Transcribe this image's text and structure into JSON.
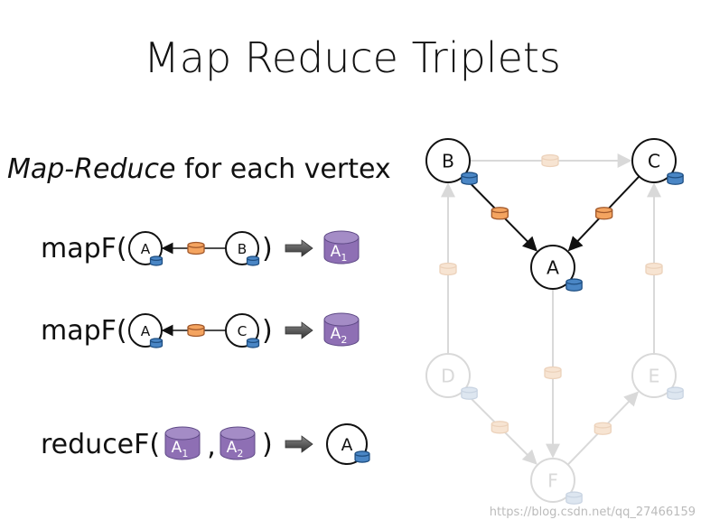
{
  "title": "Map Reduce Triplets",
  "subtitle": {
    "italic": "Map-Reduce",
    "rest": " for each vertex"
  },
  "colors": {
    "ink": "#111111",
    "cylinder_blue": "#4a86c5",
    "cylinder_blue_dark": "#1f4f82",
    "cylinder_orange": "#f4a460",
    "cylinder_orange_dark": "#a0572a",
    "aggregate_purple": "#8e6fb4",
    "aggregate_purple_dark": "#5f4a86",
    "faded": "#d9d9d9",
    "watermark": "#bbbbbb"
  },
  "formulas": {
    "map1": {
      "func": "mapF(",
      "dst": "A",
      "src": "B",
      "close": ")",
      "result": "A",
      "result_sub": "1"
    },
    "map2": {
      "func": "mapF(",
      "dst": "A",
      "src": "C",
      "close": ")",
      "result": "A",
      "result_sub": "2"
    },
    "reduce": {
      "func": "reduceF(",
      "arg1": "A",
      "arg1_sub": "1",
      "sep": ",",
      "arg2": "A",
      "arg2_sub": "2",
      "close": ")",
      "result": "A"
    }
  },
  "graph": {
    "vertices": [
      {
        "id": "B",
        "label": "B",
        "faded": false
      },
      {
        "id": "C",
        "label": "C",
        "faded": false
      },
      {
        "id": "A",
        "label": "A",
        "faded": false
      },
      {
        "id": "D",
        "label": "D",
        "faded": true
      },
      {
        "id": "E",
        "label": "E",
        "faded": true
      },
      {
        "id": "F",
        "label": "F",
        "faded": true
      }
    ],
    "edges": [
      {
        "from": "B",
        "to": "A",
        "faded": false
      },
      {
        "from": "C",
        "to": "A",
        "faded": false
      },
      {
        "from": "B",
        "to": "C",
        "faded": true
      },
      {
        "from": "D",
        "to": "B",
        "faded": true
      },
      {
        "from": "D",
        "to": "F",
        "faded": true
      },
      {
        "from": "A",
        "to": "F",
        "faded": true
      },
      {
        "from": "F",
        "to": "E",
        "faded": true
      },
      {
        "from": "E",
        "to": "C",
        "faded": true
      }
    ]
  },
  "watermark": "https://blog.csdn.net/qq_27466159"
}
